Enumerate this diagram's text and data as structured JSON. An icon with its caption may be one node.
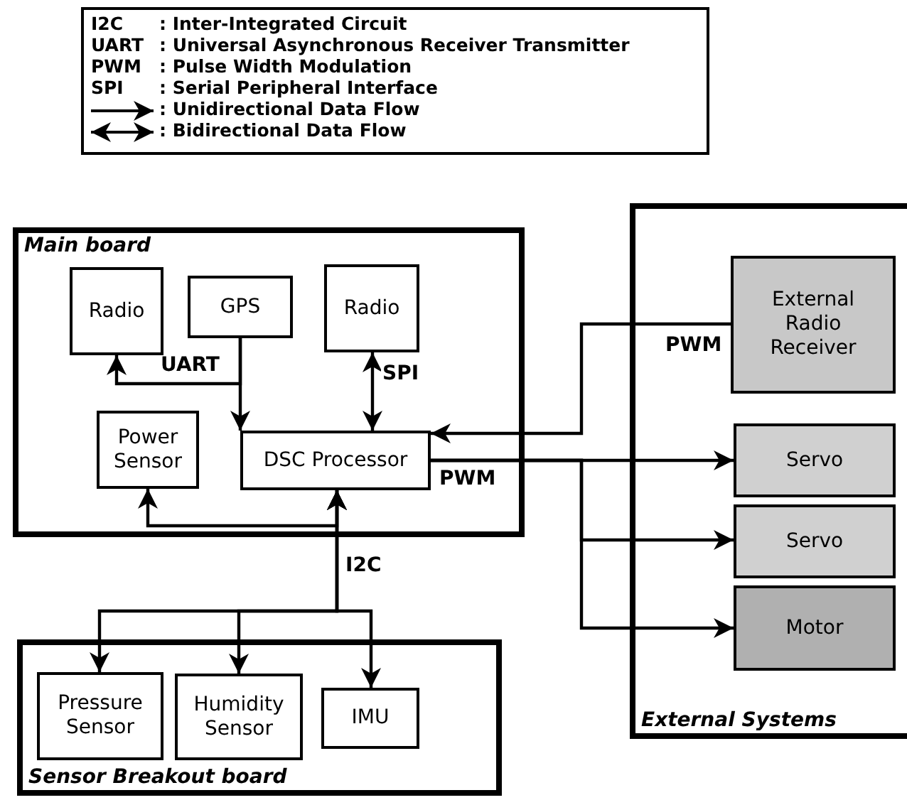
{
  "diagram": {
    "nodes": [
      {
        "text": [
          "Main board"
        ]
      },
      {
        "text": [
          "Radio"
        ],
        "in": 0
      },
      {
        "text": [
          "GPS"
        ],
        "in": 0
      },
      {
        "text": [
          "Radio"
        ],
        "in": 0
      },
      {
        "text": [
          "Power Sensor"
        ],
        "in": 0
      },
      {
        "text": [
          "DSC Processor"
        ],
        "in": 0
      },
      {
        "text": [
          "External Systems"
        ]
      },
      {
        "text": [
          "External Radio Receiver"
        ],
        "in": 6
      },
      {
        "text": [
          "Servo"
        ],
        "in": 6
      },
      {
        "text": [
          "Servo"
        ],
        "in": 6
      },
      {
        "text": [
          "Motor"
        ],
        "in": 6
      },
      {
        "text": [
          "Sensor Breakout board"
        ]
      },
      {
        "text": [
          "Pressure Sensor"
        ],
        "in": 11
      },
      {
        "text": [
          "Humidity Sensor"
        ],
        "in": 11
      },
      {
        "text": [
          "IMU"
        ],
        "in": 11
      }
    ],
    "edges": [
      {
        "from": 2,
        "to": 1,
        "arrow": "to",
        "label": "UART"
      },
      {
        "from": 2,
        "to": 5,
        "arrow": "to"
      },
      {
        "from": 3,
        "to": 5,
        "arrow": "both",
        "label": "SPI"
      },
      {
        "from": 7,
        "to": 5,
        "arrow": "to",
        "label": "PWM"
      },
      {
        "from": 5,
        "to": 8,
        "arrow": "to",
        "label": "PWM"
      },
      {
        "from": 5,
        "to": 9,
        "arrow": "to"
      },
      {
        "from": 5,
        "to": 10,
        "arrow": "to"
      },
      {
        "from": 12,
        "to": 5,
        "arrow": "both",
        "label": "I2C"
      },
      {
        "from": 13,
        "to": 5,
        "arrow": "both"
      },
      {
        "from": 14,
        "to": 5,
        "arrow": "both"
      },
      {
        "from": 4,
        "to": 5,
        "arrow": "both"
      }
    ],
    "labels": [
      "I2C",
      ": Inter-Integrated Circuit",
      "UART",
      ": Universal Asynchronous Receiver Transmitter",
      "PWM",
      ": Pulse Width Modulation",
      "SPI",
      ": Serial Peripheral Interface"
    ],
    "legend": [
      {
        "text": ": Unidirectional Data Flow"
      },
      {
        "text": ": Bidirectional Data Flow"
      }
    ]
  }
}
